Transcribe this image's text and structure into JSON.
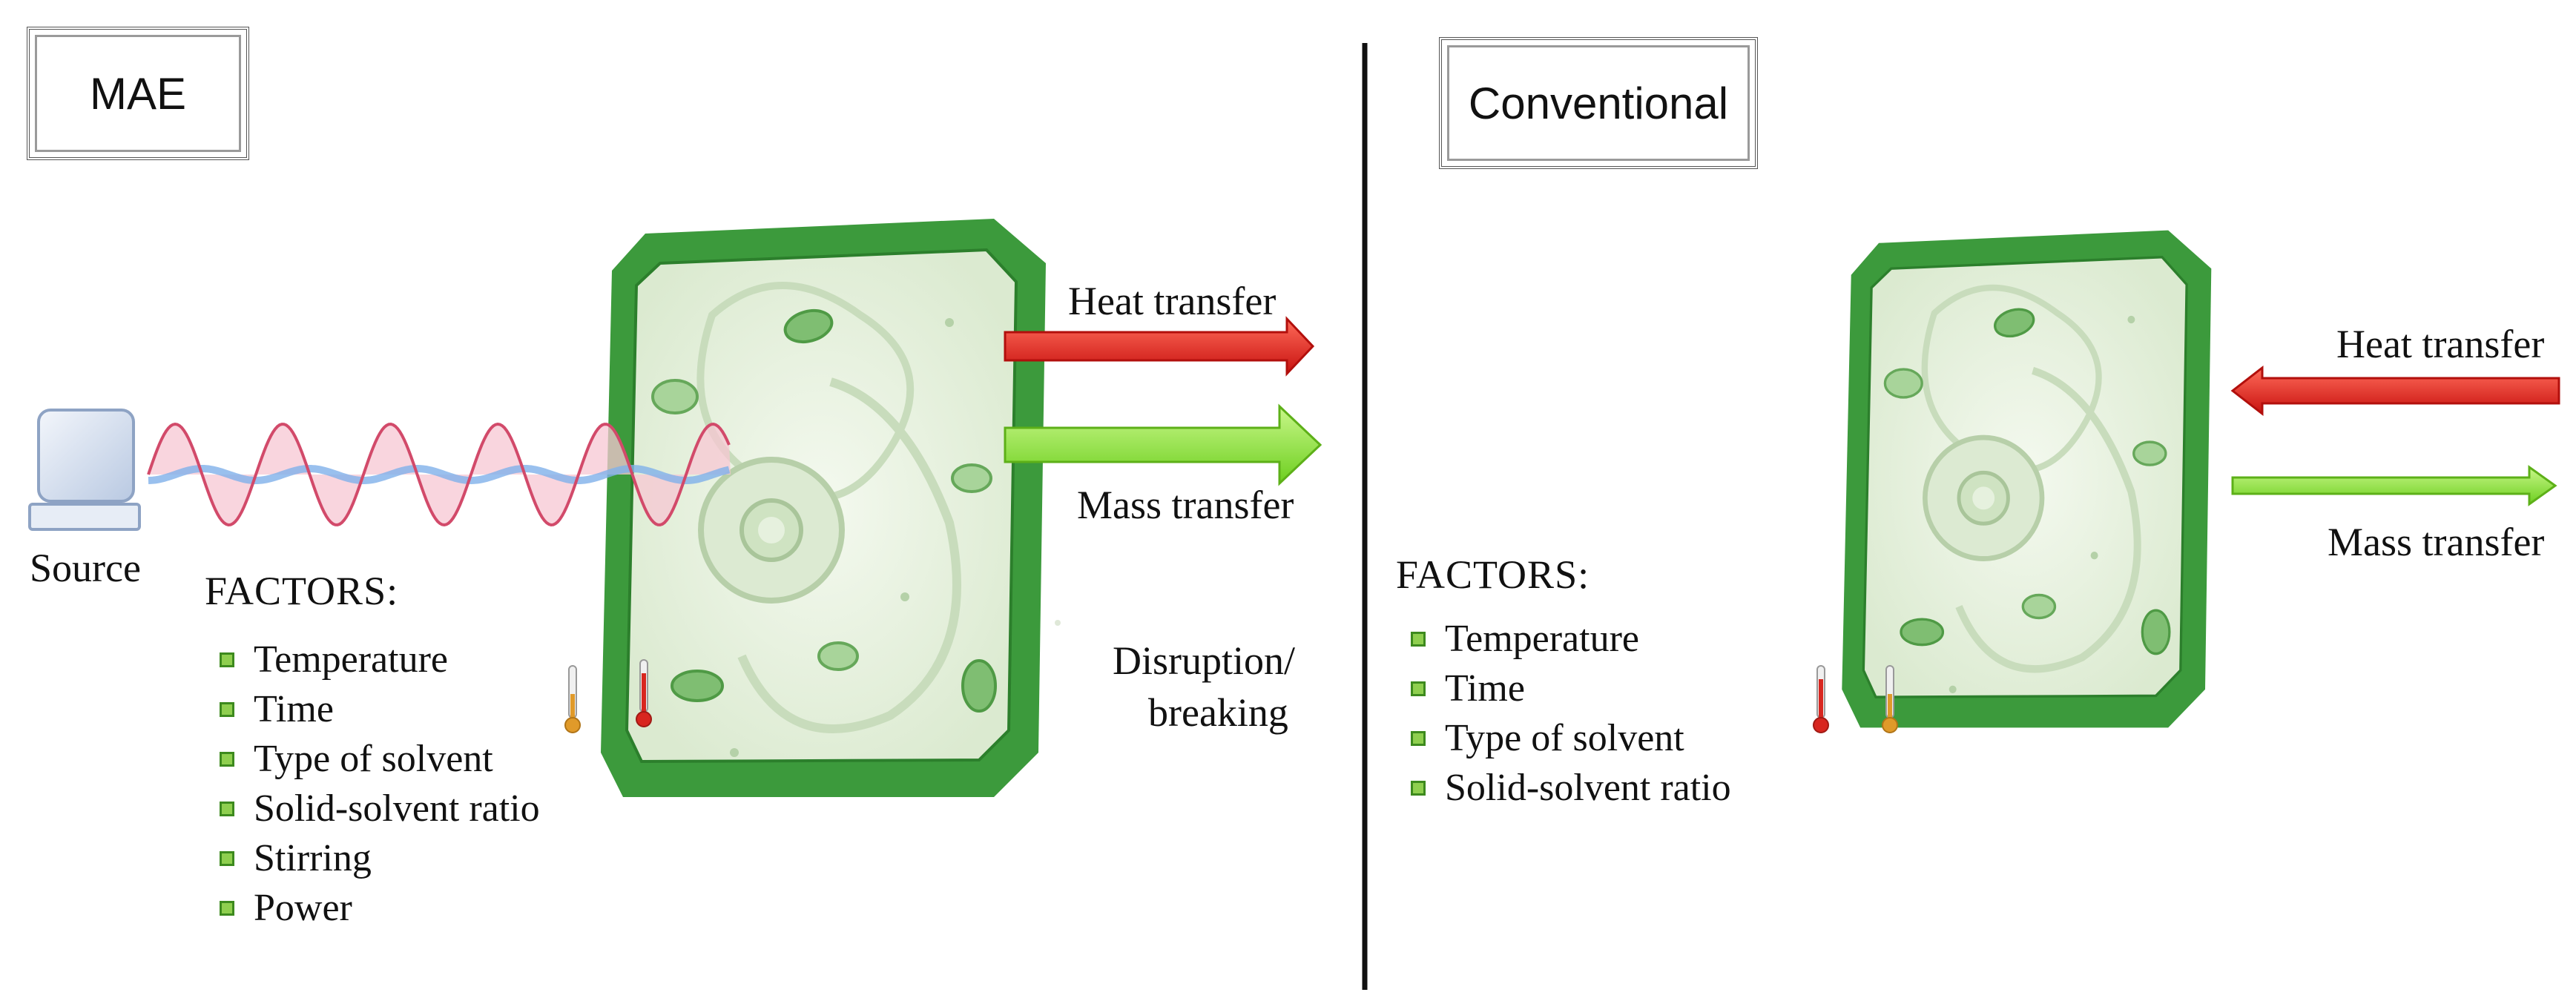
{
  "mae_panel": {
    "title": "MAE",
    "source_label": "Source",
    "heat_label": "Heat transfer",
    "mass_label": "Mass transfer",
    "disruption_label_line1": "Disruption/",
    "disruption_label_line2": "breaking",
    "factors_title": "FACTORS:",
    "factors": [
      "Temperature",
      "Time",
      "Type of solvent",
      "Solid-solvent ratio",
      "Stirring",
      "Power"
    ]
  },
  "conventional_panel": {
    "title": "Conventional",
    "heat_label": "Heat transfer",
    "mass_label": "Mass transfer",
    "factors_title": "FACTORS:",
    "factors": [
      "Temperature",
      "Time",
      "Type of solvent",
      "Solid-solvent ratio"
    ]
  },
  "colors": {
    "cell_wall": "#3c9a3c",
    "cell_fill": "#e8f2de",
    "heat_arrow": "#e8231f",
    "mass_arrow": "#8fe63a",
    "wave": "#d24a6a",
    "divider": "#111111"
  },
  "icons": {
    "source": "microwave-source-icon",
    "thermometer": "thermometer-icon",
    "bullet": "square-bullet-icon"
  }
}
